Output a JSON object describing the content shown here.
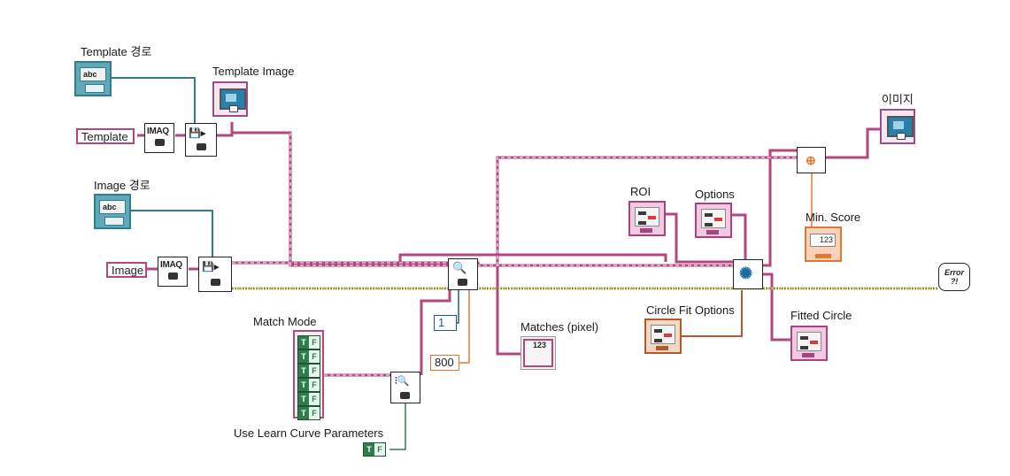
{
  "labels": {
    "template_path": "Template 경로",
    "template_image": "Template Image",
    "image_path": "Image 경로",
    "image_dest": "이미지",
    "roi": "ROI",
    "options": "Options",
    "min_score": "Min. Score",
    "circle_fit_options": "Circle Fit Options",
    "fitted_circle": "Fitted Circle",
    "matches_pixel": "Matches (pixel)",
    "match_mode": "Match Mode",
    "use_learn": "Use Learn Curve Parameters"
  },
  "constants": {
    "template": "Template",
    "image": "Image",
    "one": "1",
    "eight_hundred": "800"
  },
  "glyphs": {
    "imaq": "IMAQ",
    "abc": "abc",
    "num123": "123",
    "error": "Error",
    "bool_true": "T",
    "bool_false": "F"
  },
  "colors": {
    "image_wire": "#b3477f",
    "error_wire": "#b8b04a",
    "path_wire": "#2d7d8c",
    "int_wire": "#2255aa",
    "num_wire": "#e07a30",
    "cluster_wire": "#a8437e",
    "orange_cluster_wire": "#b25a28",
    "bool_wire": "#2f7d4a"
  },
  "icons": {
    "path_control": "path-icon",
    "image_indicator": "image-display-icon",
    "cluster": "cluster-icon",
    "error_out": "error-icon"
  }
}
